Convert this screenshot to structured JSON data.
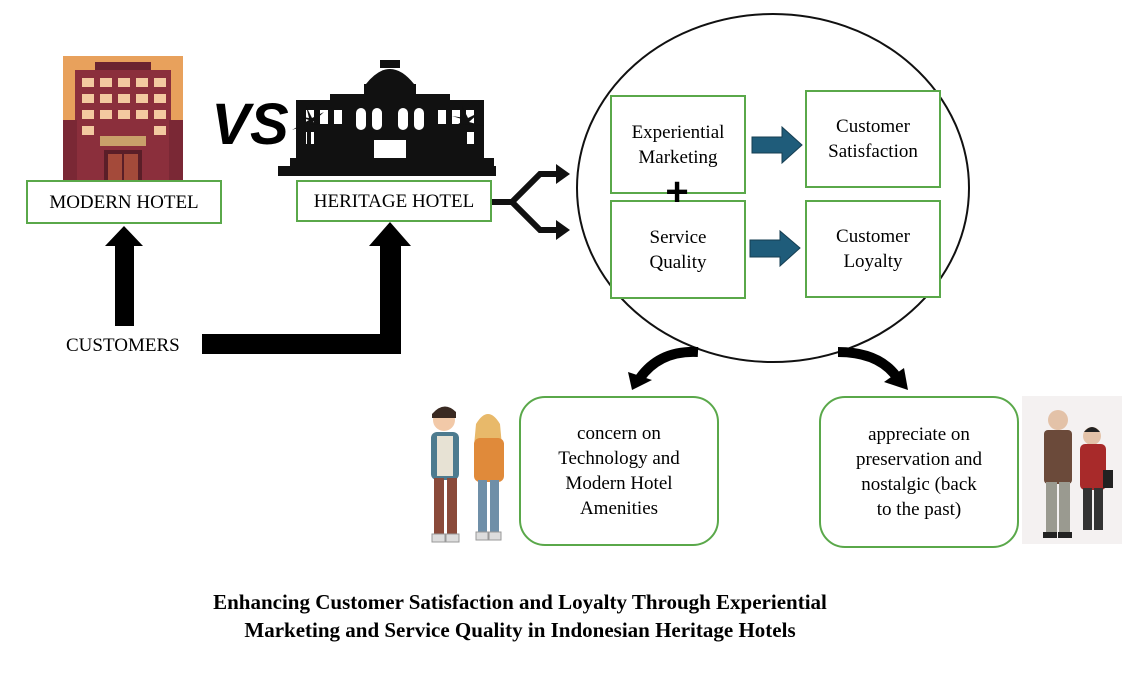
{
  "left": {
    "modern_hotel": "MODERN HOTEL",
    "vs": "VS",
    "heritage_hotel": "HERITAGE HOTEL",
    "customers": "CUSTOMERS"
  },
  "circle": {
    "experiential_marketing": "Experiential\nMarketing",
    "plus": "+",
    "service_quality": "Service\nQuality",
    "customer_satisfaction": "Customer\nSatisfaction",
    "customer_loyalty": "Customer\nLoyalty"
  },
  "outcomes": {
    "modern": "concern on\nTechnology and\nModern Hotel\nAmenities",
    "heritage": "appreciate on\npreservation and\nnostalgic (back\nto the past)"
  },
  "caption": "Enhancing Customer Satisfaction and Loyalty Through Experiential\nMarketing and Service Quality in Indonesian Heritage Hotels",
  "colors": {
    "box_border": "#5aa84a",
    "arrow_blue": "#1f5c7a",
    "modern_hotel_bg": "#e8a15c",
    "modern_hotel_building": "#8b2f3c"
  },
  "icons": [
    "modern-hotel-image",
    "vs-icon",
    "heritage-hotel-image",
    "young-couple-image",
    "elderly-couple-image"
  ]
}
